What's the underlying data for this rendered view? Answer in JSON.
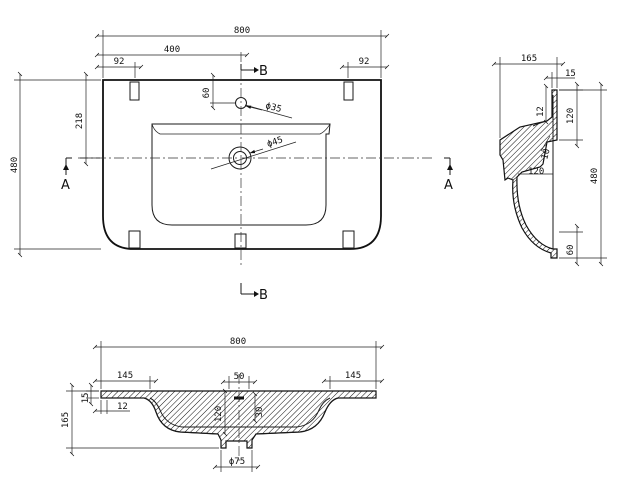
{
  "plan_view": {
    "width": "800",
    "center_offset": "400",
    "left_edge": "92",
    "right_edge": "92",
    "height": "480",
    "tap_y": "218",
    "tap_from_back": "60",
    "tap_hole": "ϕ35",
    "drain_hole": "ϕ45",
    "section_a_left": "A",
    "section_a_right": "A",
    "section_b_top": "B",
    "section_b_bottom": "B"
  },
  "side_section": {
    "depth": "165",
    "rim": "15",
    "rim_thickness": "12",
    "back_height": "120",
    "wall": "10",
    "drop": "120",
    "overall_height": "480",
    "front_lip": "60"
  },
  "front_section": {
    "width": "800",
    "left_flat": "145",
    "right_flat": "145",
    "overflow_width": "50",
    "rim": "15",
    "rim_thickness": "12",
    "depth": "165",
    "bowl_depth": "120",
    "overflow_height": "30",
    "drain": "ϕ75"
  }
}
